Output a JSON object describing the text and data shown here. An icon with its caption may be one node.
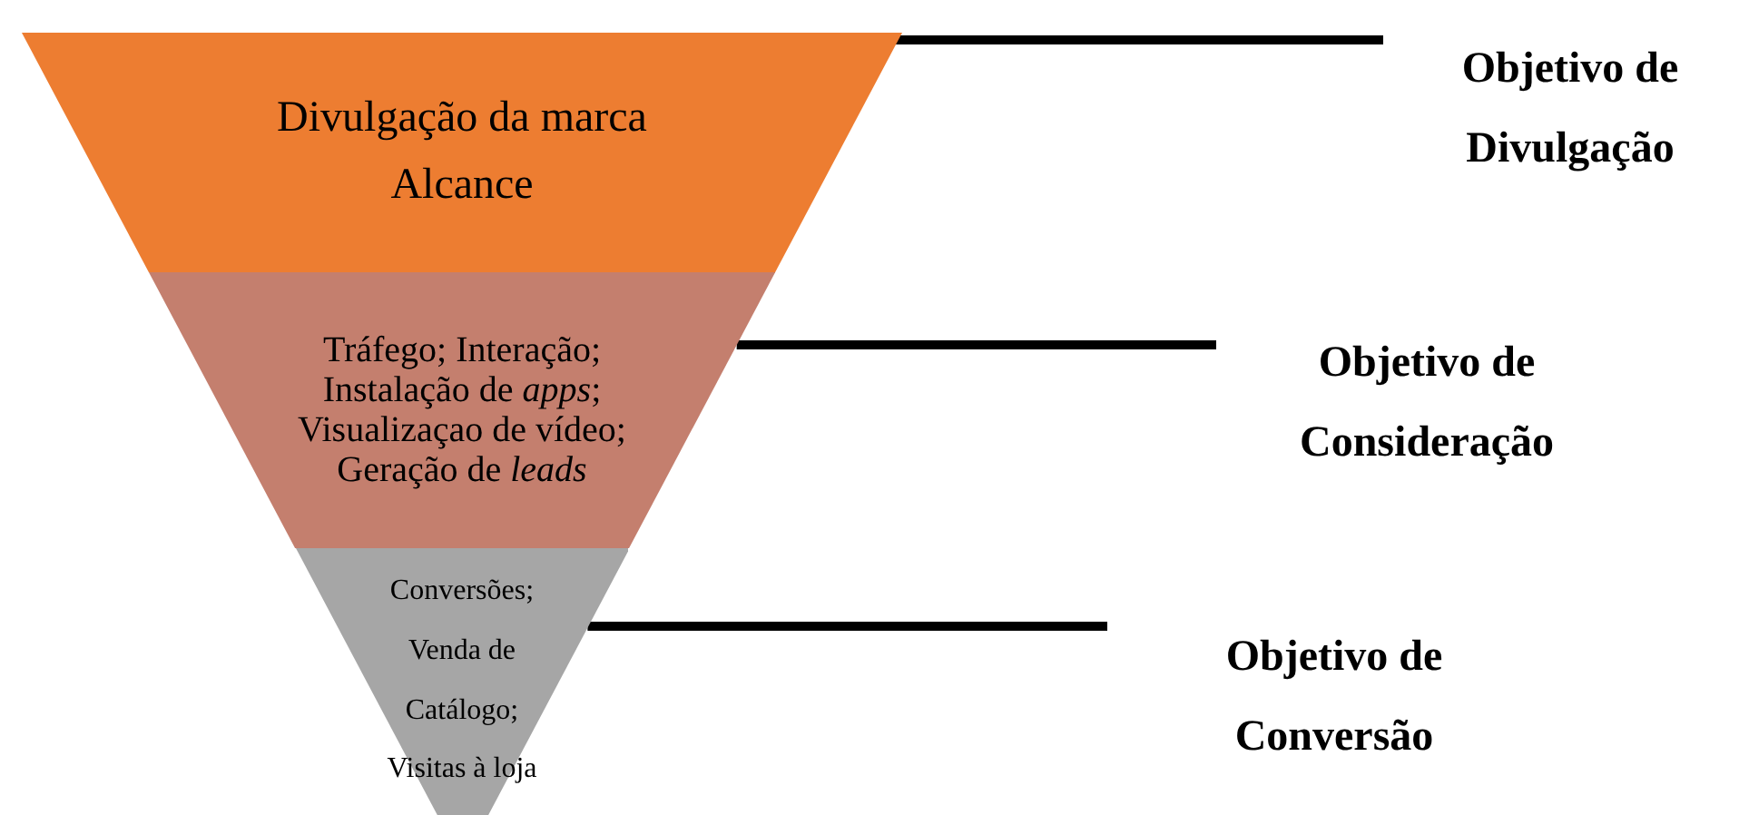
{
  "diagram": {
    "nodes": [
      {
        "text": [
          "Divulgação da marca",
          "Alcance"
        ]
      },
      {
        "text": [
          "Tráfego; Interação; Instalação de *apps*; Visualizaçao de vídeo; Geração de *leads*"
        ]
      },
      {
        "text": [
          "Conversões; Venda de Catálogo; Visitas à loja"
        ]
      },
      {
        "text": [
          "Objetivo de Divulgação"
        ]
      },
      {
        "text": [
          "Objetivo de Consideração"
        ]
      },
      {
        "text": [
          "Objetivo de Conversão"
        ]
      }
    ],
    "edges": [
      {
        "from": 0,
        "to": 3,
        "arrow": "none"
      },
      {
        "from": 1,
        "to": 4,
        "arrow": "none"
      },
      {
        "from": 2,
        "to": 5,
        "arrow": "none"
      }
    ]
  }
}
